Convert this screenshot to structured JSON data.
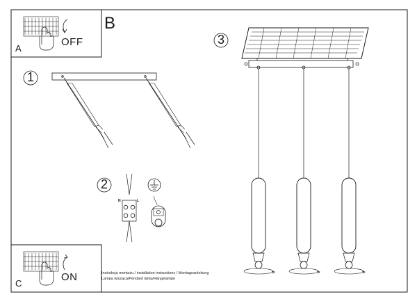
{
  "panels": {
    "a": {
      "letter": "A",
      "switch_label": "OFF"
    },
    "b": {
      "letter": "B"
    },
    "c": {
      "letter": "C",
      "switch_label": "ON"
    }
  },
  "steps": {
    "step1": "1",
    "step2": "2",
    "step3": "3"
  },
  "wiring": {
    "terminal_left": "N",
    "terminal_right": "L"
  },
  "caption": {
    "line1": "Instrukcja montażu / installation instructions / Montageanleitung",
    "line2": "Lampa wisząca/Pendant lamp/Hängelampe"
  }
}
